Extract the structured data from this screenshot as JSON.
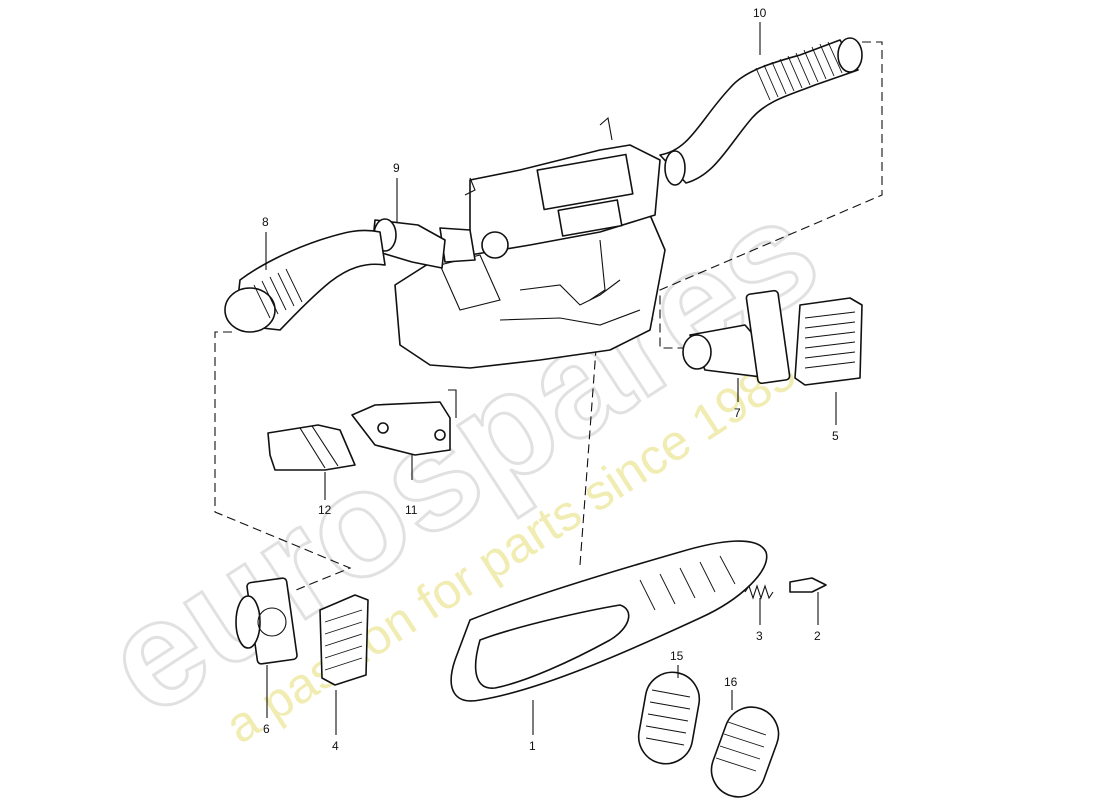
{
  "watermark": {
    "brand": "eurospares",
    "slogan": "a passion for parts since 1985",
    "slogan_color": "#e9e38a",
    "brand_color": "#d8d8d8"
  },
  "callouts": {
    "p1": "1",
    "p2": "2",
    "p3": "3",
    "p4": "4",
    "p5": "5",
    "p6": "6",
    "p7": "7",
    "p8": "8",
    "p9": "9",
    "p10": "10",
    "p11": "11",
    "p12": "12",
    "p15": "15",
    "p16": "16"
  }
}
